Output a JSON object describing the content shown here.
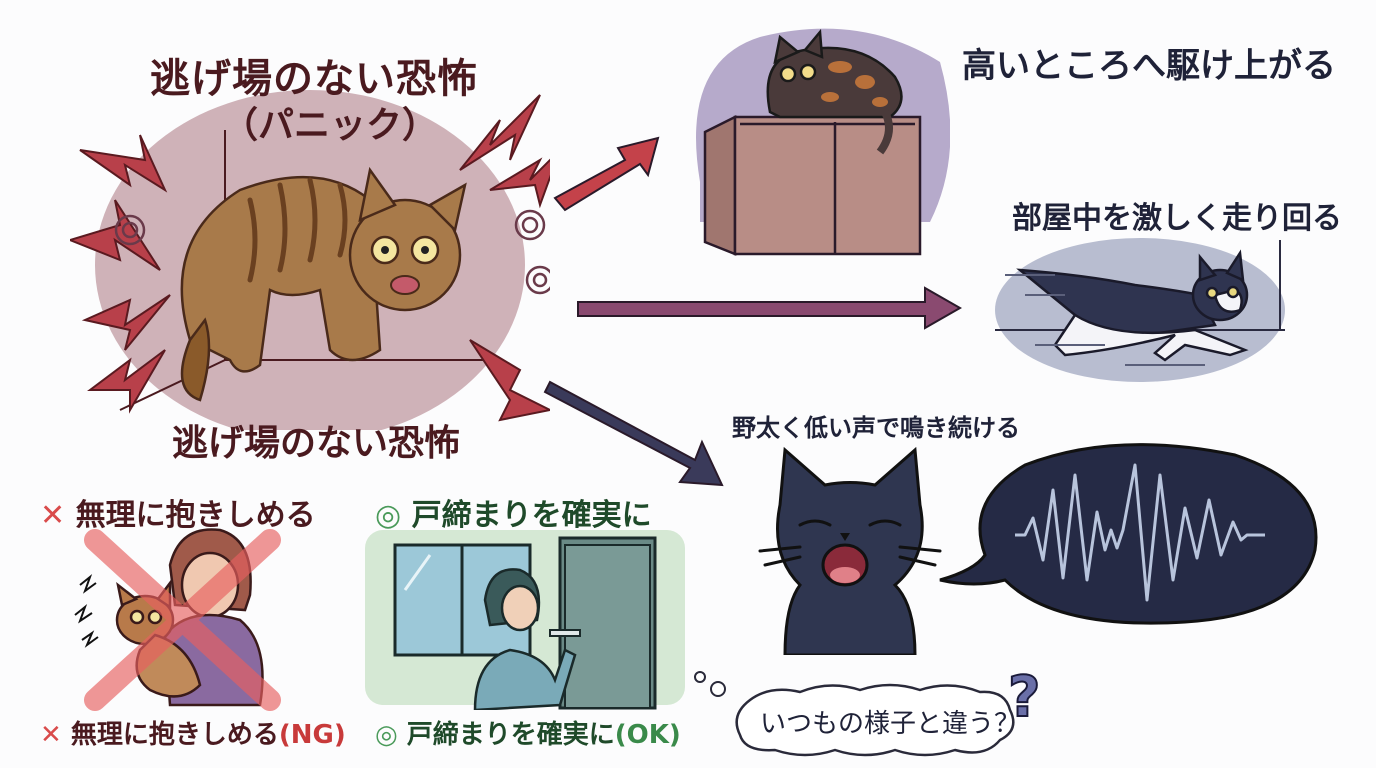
{
  "colors": {
    "panic_circle": "#cfb2b8",
    "lightning": "#b8404a",
    "title_text": "#4a1a1f",
    "high_place_bg": "#b6aacb",
    "cabinet": "#b88d86",
    "run_bg": "#b8bdd0",
    "howl_cat": "#2f3650",
    "wave_bubble": "#252a45",
    "wave_line": "#b8c4dc",
    "ng_red": "#d94b4b",
    "ok_green": "#4a9a5a",
    "door_panel_bg": "#d5e8d4",
    "question_mark": "#6a6fa8"
  },
  "panic": {
    "title_line1": "逃げ場のない恐怖",
    "title_line2": "（パニック）",
    "caption": "逃げ場のない恐怖"
  },
  "reactions": [
    {
      "label": "高いところへ駆け上がる",
      "arrow_color": "#c4424a"
    },
    {
      "label": "部屋中を激しく走り回る",
      "arrow_color": "#8a4a70"
    },
    {
      "label": "野太く低い声で鳴き続ける",
      "arrow_color": "#3a3a5a"
    }
  ],
  "ng": {
    "mark": "✕",
    "heading": "無理に抱きしめる",
    "caption": "無理に抱きしめる",
    "badge": "(NG)"
  },
  "ok": {
    "mark": "◎",
    "heading": "戸締まりを確実に",
    "caption": "戸締まりを確実に",
    "badge": "(OK)"
  },
  "thought": {
    "text": "いつもの様子と違う？",
    "mark": "?"
  }
}
